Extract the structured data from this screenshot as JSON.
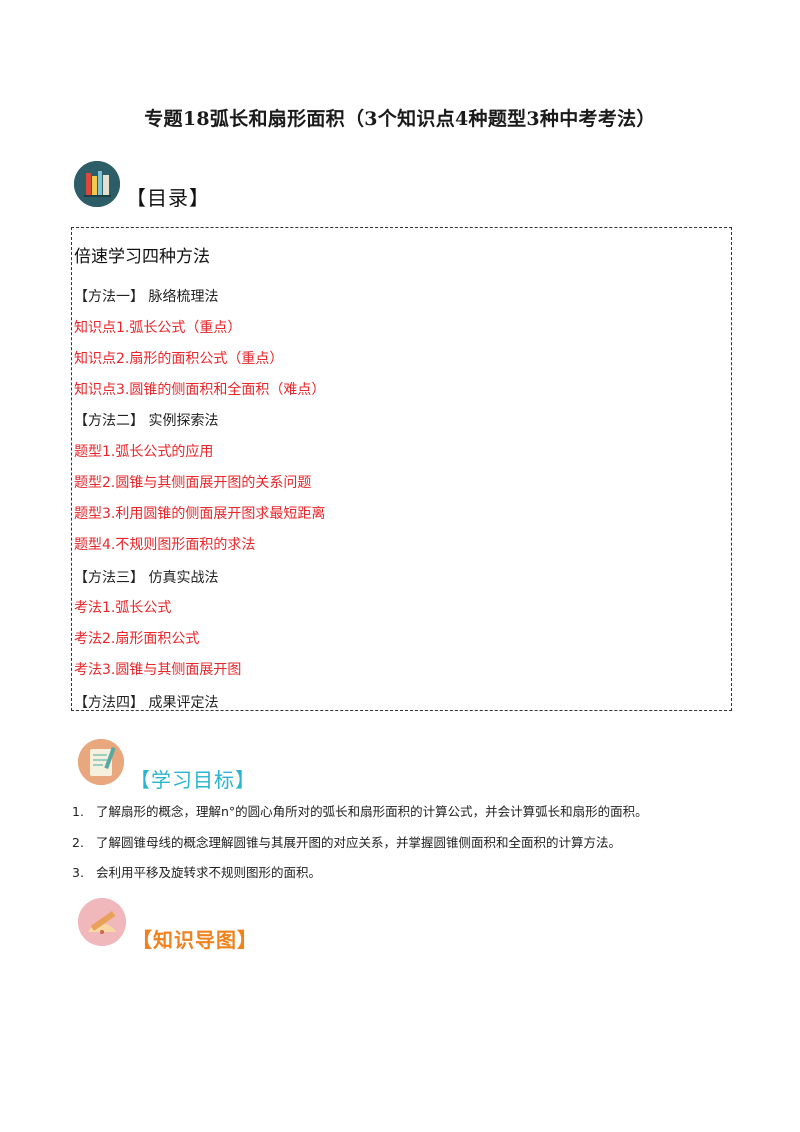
{
  "title": "专题18弧长和扇形面积（3个知识点4种题型3种中考考法）",
  "toc": {
    "heading_label": "【目录】",
    "box_title": "倍速学习四种方法",
    "lines": [
      {
        "text": "【方法一】 脉络梳理法",
        "kind": "method"
      },
      {
        "text": "知识点1.弧长公式（重点）",
        "kind": "red"
      },
      {
        "text": "知识点2.扇形的面积公式（重点）",
        "kind": "red"
      },
      {
        "text": "知识点3.圆锥的侧面积和全面积（难点）",
        "kind": "red"
      },
      {
        "text": "【方法二】 实例探索法",
        "kind": "method"
      },
      {
        "text": "题型1.弧长公式的应用",
        "kind": "red"
      },
      {
        "text": "题型2.圆锥与其侧面展开图的关系问题",
        "kind": "red"
      },
      {
        "text": "题型3.利用圆锥的侧面展开图求最短距离",
        "kind": "red"
      },
      {
        "text": "题型4.不规则图形面积的求法",
        "kind": "red"
      },
      {
        "text": "【方法三】 仿真实战法",
        "kind": "method"
      },
      {
        "text": "考法1.弧长公式",
        "kind": "red"
      },
      {
        "text": "考法2.扇形面积公式",
        "kind": "red"
      },
      {
        "text": "考法3.圆锥与其侧面展开图",
        "kind": "red"
      },
      {
        "text": "【方法四】 成果评定法",
        "kind": "method"
      }
    ]
  },
  "goals": {
    "heading_label": "【学习目标】",
    "items": [
      {
        "num": "1.",
        "text": "了解扇形的概念，理解n°的圆心角所对的弧长和扇形面积的计算公式，并会计算弧长和扇形的面积。"
      },
      {
        "num": "2.",
        "text": "了解圆锥母线的概念理解圆锥与其展开图的对应关系，并掌握圆锥侧面积和全面积的计算方法。"
      },
      {
        "num": "3.",
        "text": "会利用平移及旋转求不规则图形的面积。"
      }
    ]
  },
  "knowledge_map": {
    "heading_label": "【知识导图】"
  },
  "colors": {
    "red_text": "#e8262a",
    "goal_heading": "#27b5cf",
    "map_heading": "#f0821e",
    "toc_badge": "#2d5e67"
  },
  "icons": [
    "books-icon",
    "notebook-icon",
    "ruler-protractor-icon"
  ]
}
